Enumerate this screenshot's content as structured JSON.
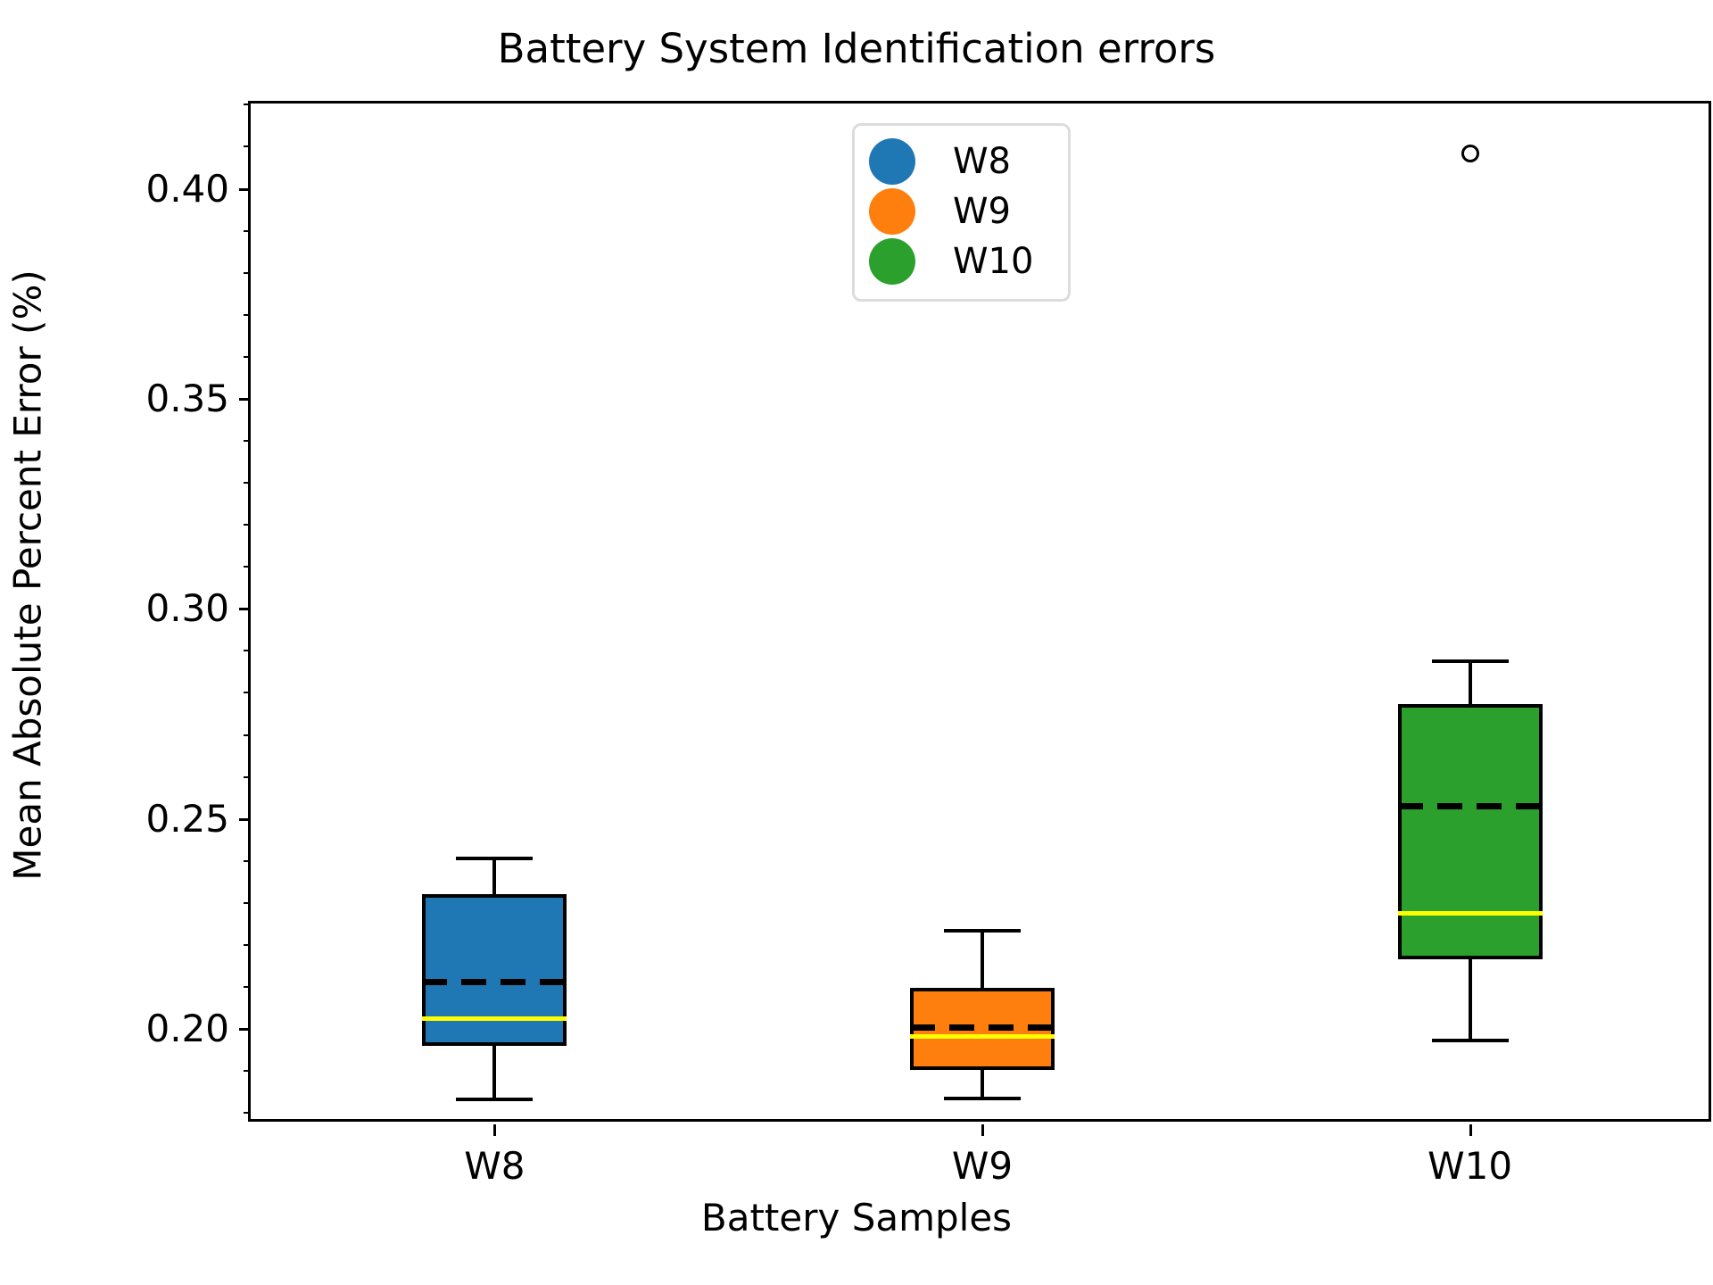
{
  "chart_data": {
    "type": "box",
    "title": "Battery System Identification errors",
    "xlabel": "Battery Samples",
    "ylabel": "Mean Absolute Percent Error (%)",
    "categories": [
      "W8",
      "W9",
      "W10"
    ],
    "ylim": [
      0.1775,
      0.4205
    ],
    "yticks": [
      0.2,
      0.25,
      0.3,
      0.35,
      0.4
    ],
    "ytick_labels": [
      "0.20",
      "0.25",
      "0.30",
      "0.35",
      "0.40"
    ],
    "grid": false,
    "legend_position": "upper center",
    "legend_entries": [
      {
        "label": "W8",
        "color": "#1f77b4"
      },
      {
        "label": "W9",
        "color": "#ff7f0e"
      },
      {
        "label": "W10",
        "color": "#2ca02c"
      }
    ],
    "median_color": "#ffff00",
    "mean_color": "#000000",
    "mean_style": "dashed",
    "boxes": [
      {
        "name": "W8",
        "color": "#1f77b4",
        "whisker_low": 0.1835,
        "q1": 0.1962,
        "median": 0.2026,
        "mean": 0.2114,
        "q3": 0.2324,
        "whisker_high": 0.2408,
        "outliers": []
      },
      {
        "name": "W9",
        "color": "#ff7f0e",
        "whisker_low": 0.1837,
        "q1": 0.1904,
        "median": 0.1985,
        "mean": 0.2006,
        "q3": 0.2101,
        "whisker_high": 0.2236,
        "outliers": []
      },
      {
        "name": "W10",
        "color": "#2ca02c",
        "whisker_low": 0.1975,
        "q1": 0.2168,
        "median": 0.2277,
        "mean": 0.2532,
        "q3": 0.2775,
        "whisker_high": 0.2878,
        "outliers": [
          0.4086
        ]
      }
    ]
  }
}
